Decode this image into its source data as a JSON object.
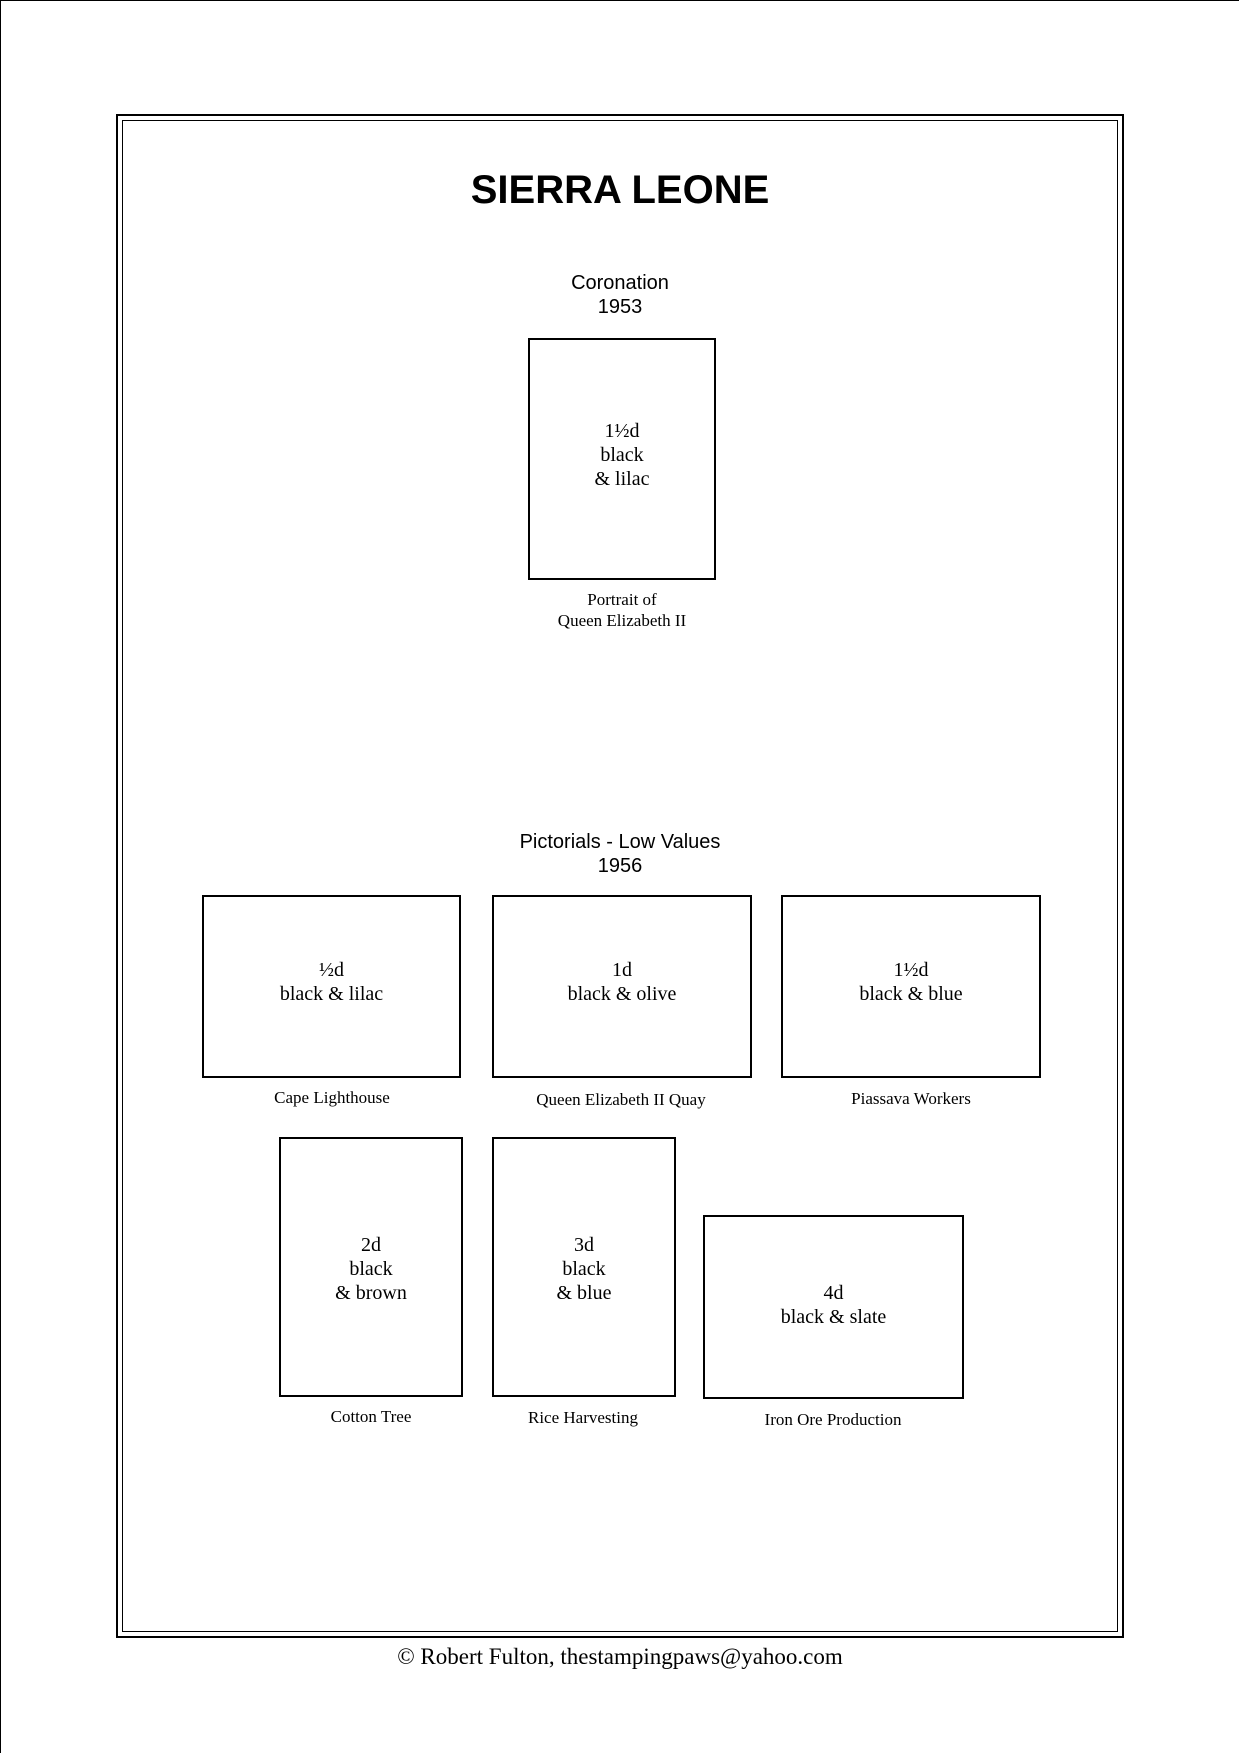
{
  "title": "SIERRA LEONE",
  "sections": [
    {
      "name": "Coronation",
      "year": "1953"
    },
    {
      "name": "Pictorials - Low Values",
      "year": "1956"
    }
  ],
  "stamps": [
    {
      "value": "1½d",
      "color": "black\n& lilac",
      "caption": "Portrait of\nQueen Elizabeth II"
    },
    {
      "value": "½d",
      "color": "black & lilac",
      "caption": "Cape Lighthouse"
    },
    {
      "value": "1d",
      "color": "black & olive",
      "caption": "Queen Elizabeth II Quay"
    },
    {
      "value": "1½d",
      "color": "black & blue",
      "caption": "Piassava Workers"
    },
    {
      "value": "2d",
      "color": "black\n& brown",
      "caption": "Cotton Tree"
    },
    {
      "value": "3d",
      "color": "black\n& blue",
      "caption": "Rice Harvesting"
    },
    {
      "value": "4d",
      "color": "black & slate",
      "caption": "Iron Ore Production"
    }
  ],
  "footer": "©  Robert Fulton, thestampingpaws@yahoo.com"
}
